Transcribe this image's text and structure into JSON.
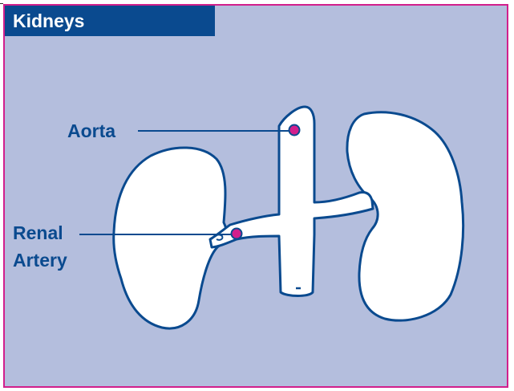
{
  "title": "Kidneys",
  "labels": {
    "aorta": "Aorta",
    "renal_artery_line1": "Renal",
    "renal_artery_line2": "Artery"
  },
  "colors": {
    "frame_border": "#d21f8c",
    "background": "#b4bedd",
    "title_bar": "#0a4a8f",
    "label_text": "#0a4a8f",
    "outline": "#0a4a8f",
    "marker": "#d21f8c"
  }
}
